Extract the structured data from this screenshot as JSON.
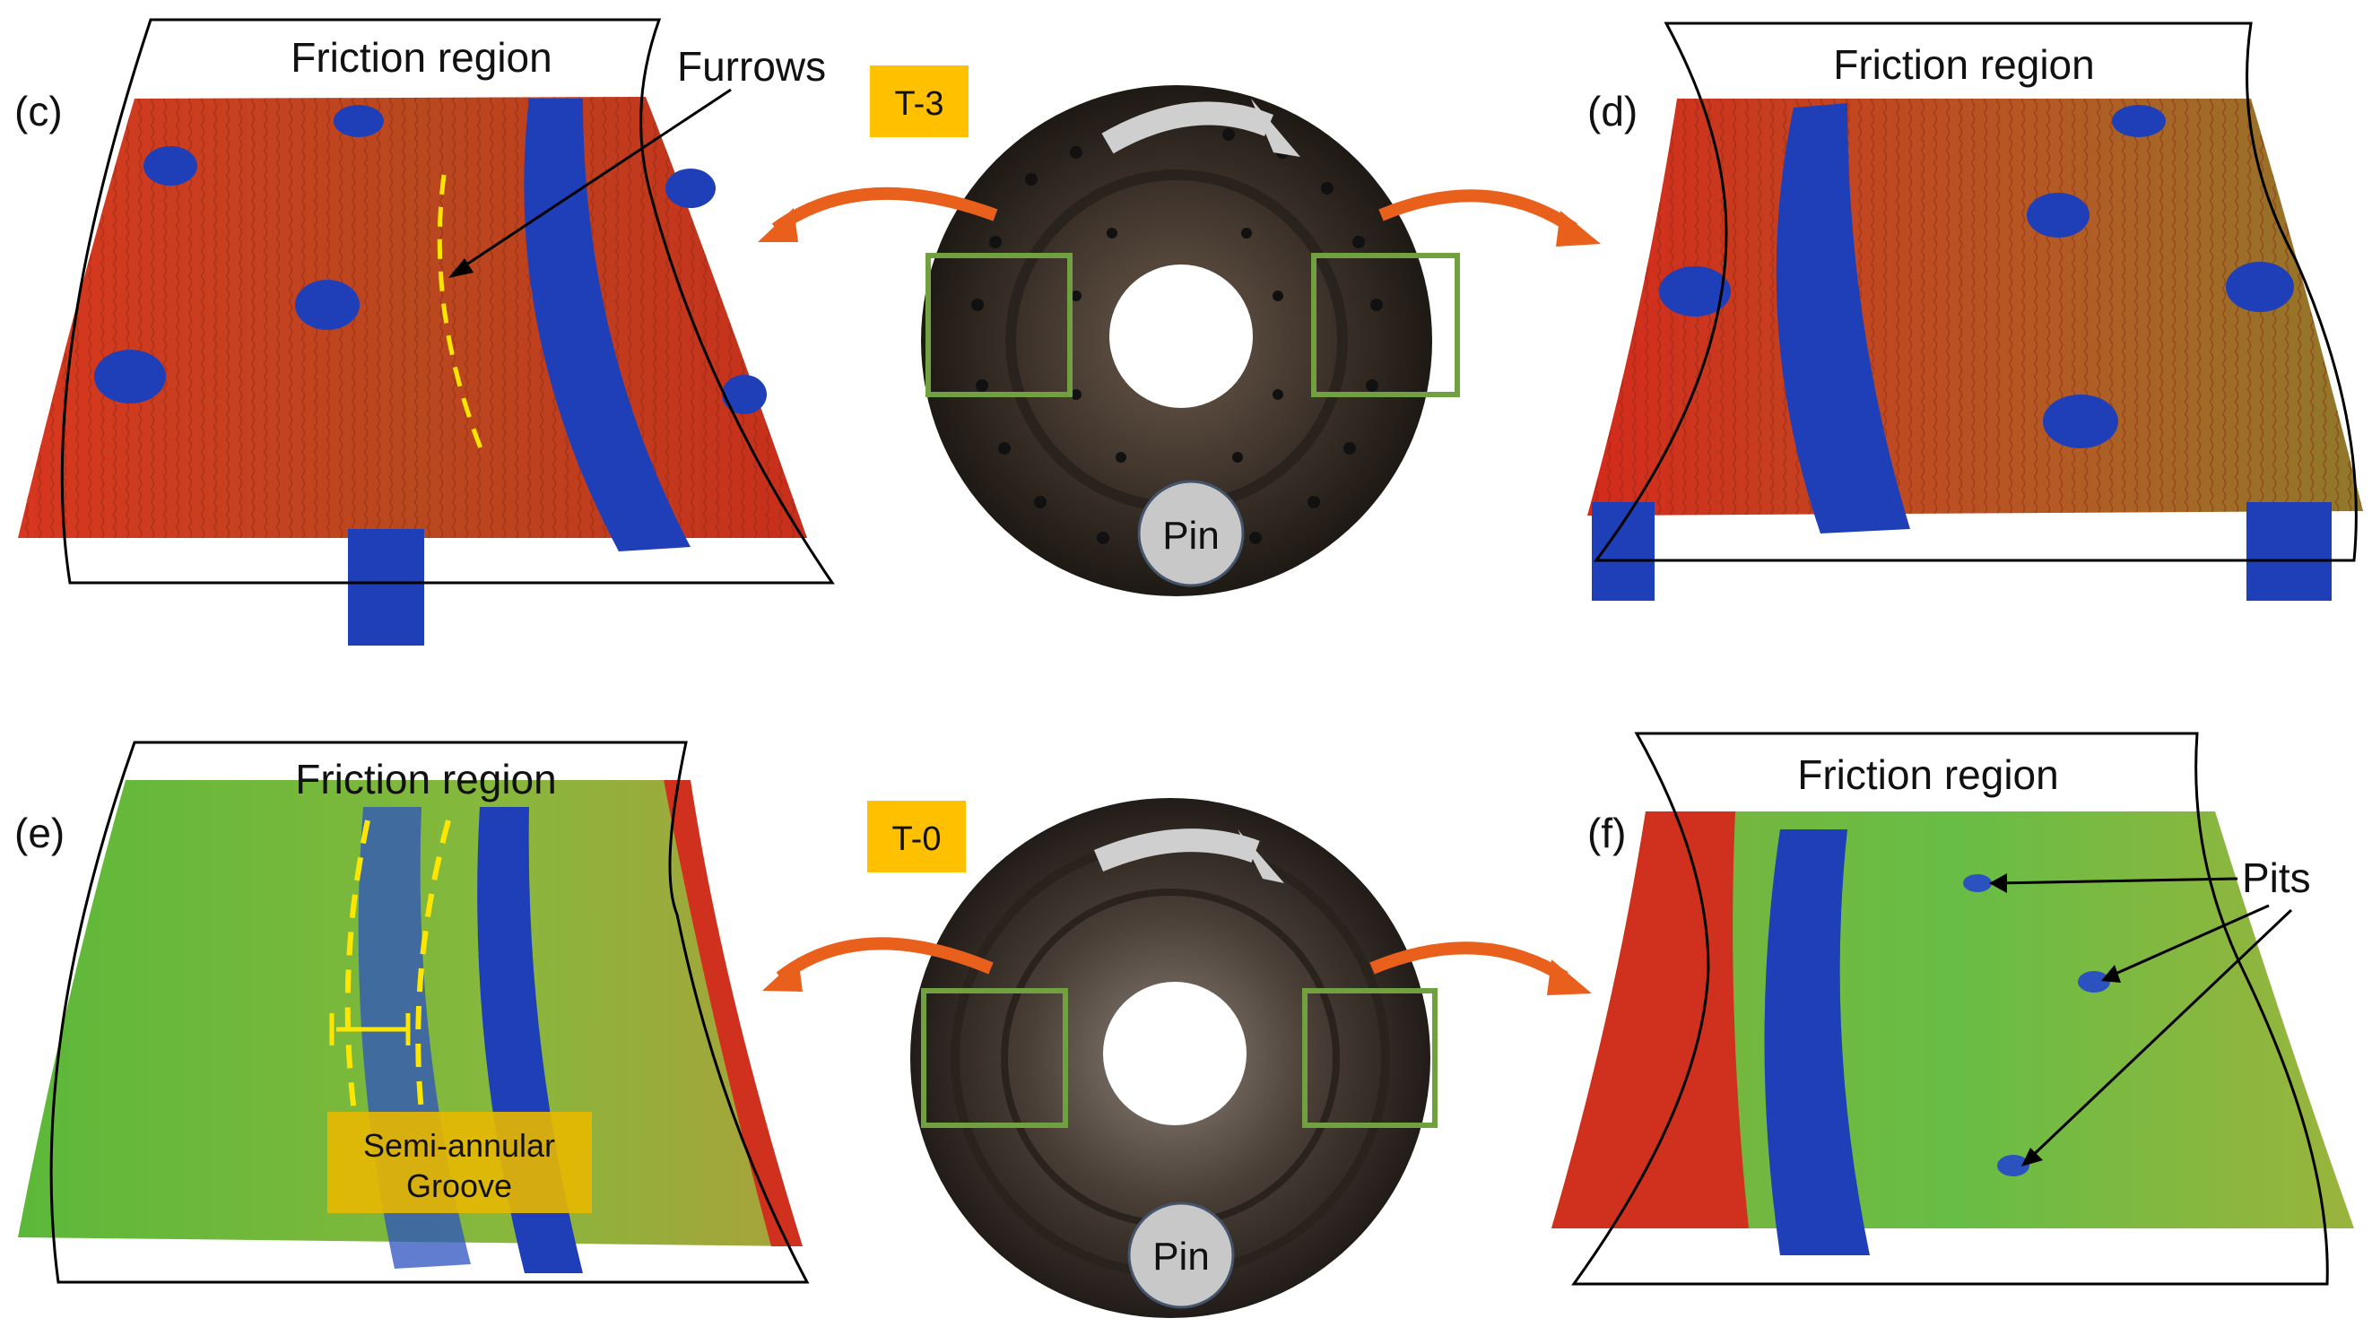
{
  "labels": {
    "panel_c": "(c)",
    "panel_d": "(d)",
    "panel_e": "(e)",
    "panel_f": "(f)",
    "friction_region": "Friction region",
    "furrows": "Furrows",
    "pits": "Pits",
    "pin": "Pin",
    "t3": "T-3",
    "t0": "T-0",
    "groove_line1": "Semi-annular",
    "groove_line2": "Groove"
  },
  "colors": {
    "surface_red": "#c8321e",
    "surface_green": "#6fbf3a",
    "groove_blue": "#1f3fb8",
    "frame": "#000000",
    "tag_orange": "#ffc000",
    "box_green": "#70a040",
    "arrow_orange": "#e8601c",
    "dashed_yellow": "#ffe600",
    "pin_gray": "#c8c8c8",
    "disc_dark": "#3a2e26"
  }
}
